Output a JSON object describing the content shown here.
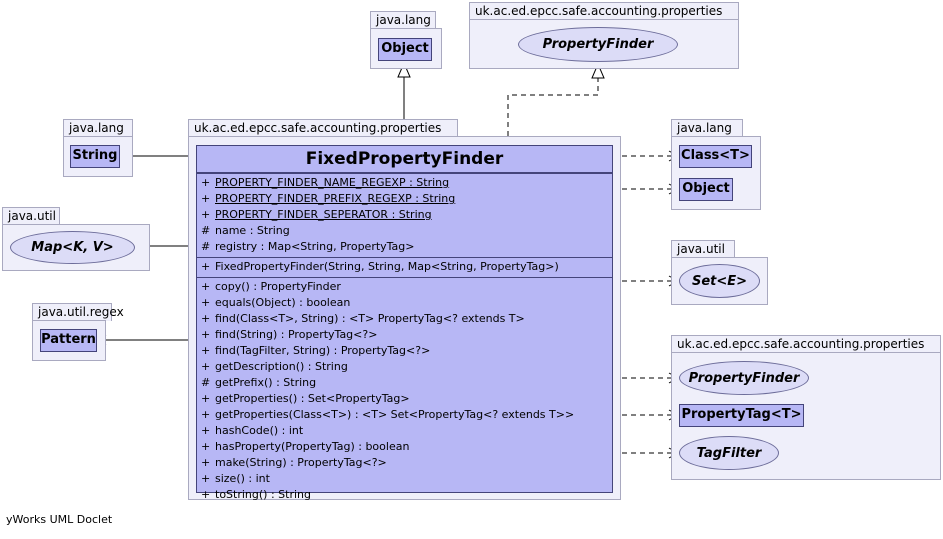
{
  "packages": {
    "java_lang_top": "java.lang",
    "properties_top": "uk.ac.ed.epcc.safe.accounting.properties",
    "java_lang_left": "java.lang",
    "properties_main": "uk.ac.ed.epcc.safe.accounting.properties",
    "java_lang_right": "java.lang",
    "java_util_left": "java.util",
    "java_util_right": "java.util",
    "java_util_regex": "java.util.regex",
    "properties_bottom": "uk.ac.ed.epcc.safe.accounting.properties"
  },
  "types": {
    "object_top": "Object",
    "property_finder_top": "PropertyFinder",
    "string": "String",
    "class_t": "Class<T>",
    "object_right": "Object",
    "map": "Map<K, V>",
    "set": "Set<E>",
    "pattern": "Pattern",
    "property_finder_bottom": "PropertyFinder",
    "property_tag": "PropertyTag<T>",
    "tag_filter": "TagFilter"
  },
  "main_class": {
    "name": "FixedPropertyFinder",
    "fields": [
      {
        "vis": "+",
        "text": "PROPERTY_FINDER_NAME_REGEXP : String",
        "static": true
      },
      {
        "vis": "+",
        "text": "PROPERTY_FINDER_PREFIX_REGEXP : String",
        "static": true
      },
      {
        "vis": "+",
        "text": "PROPERTY_FINDER_SEPERATOR : String",
        "static": true
      },
      {
        "vis": "#",
        "text": "name : String",
        "static": false
      },
      {
        "vis": "#",
        "text": "registry : Map<String, PropertyTag>",
        "static": false
      }
    ],
    "constructors": [
      {
        "vis": "+",
        "text": "FixedPropertyFinder(String, String, Map<String, PropertyTag>)"
      }
    ],
    "methods": [
      {
        "vis": "+",
        "text": "copy() : PropertyFinder"
      },
      {
        "vis": "+",
        "text": "equals(Object) : boolean"
      },
      {
        "vis": "+",
        "text": "find(Class<T>, String) : <T> PropertyTag<? extends T>"
      },
      {
        "vis": "+",
        "text": "find(String) : PropertyTag<?>"
      },
      {
        "vis": "+",
        "text": "find(TagFilter, String) : PropertyTag<?>"
      },
      {
        "vis": "+",
        "text": "getDescription() : String"
      },
      {
        "vis": "#",
        "text": "getPrefix() : String"
      },
      {
        "vis": "+",
        "text": "getProperties() : Set<PropertyTag>"
      },
      {
        "vis": "+",
        "text": "getProperties(Class<T>) : <T> Set<PropertyTag<? extends T>>"
      },
      {
        "vis": "+",
        "text": "hashCode() : int"
      },
      {
        "vis": "+",
        "text": "hasProperty(PropertyTag) : boolean"
      },
      {
        "vis": "+",
        "text": "make(String) : PropertyTag<?>"
      },
      {
        "vis": "+",
        "text": "size() : int"
      },
      {
        "vis": "+",
        "text": "toString() : String"
      }
    ]
  },
  "footer": "yWorks UML Doclet"
}
